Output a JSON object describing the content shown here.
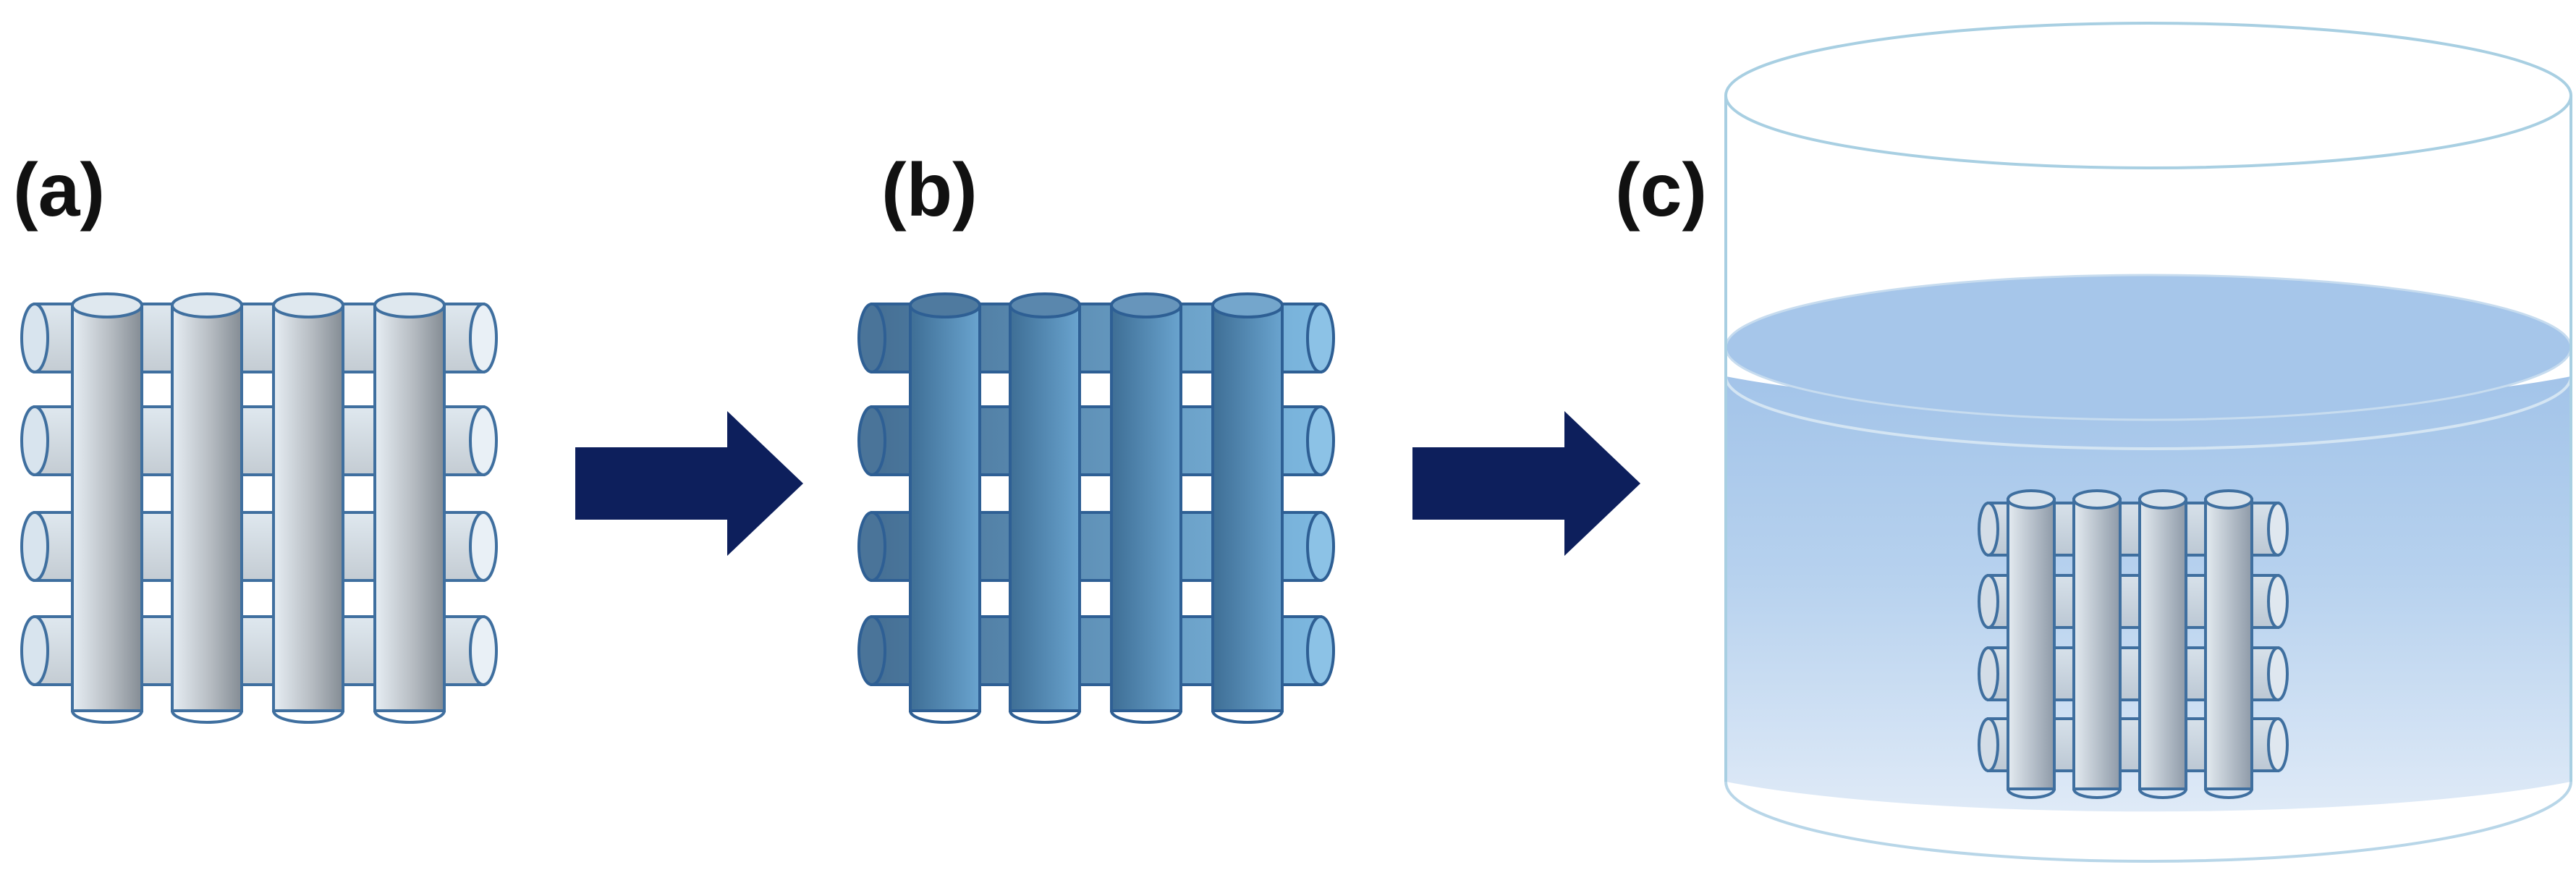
{
  "panels": [
    {
      "id": "a",
      "label": "(a)"
    },
    {
      "id": "b",
      "label": "(b)"
    },
    {
      "id": "c",
      "label": "(c)"
    }
  ],
  "colors": {
    "label_text": "#111111",
    "arrow": "#0d1f5c",
    "outline_gray": "#3f6f9f",
    "outline_blue": "#2e5f94",
    "rod_gray_light": "#e6eef4",
    "rod_gray_dark": "#8c949c",
    "rod_blue_dark": "#3d6f98",
    "rod_blue_light": "#7cb8df",
    "liquid": "#a9c8ea",
    "beaker_outline": "#a8cfe2"
  },
  "icons": [
    "right-arrow-icon",
    "right-arrow-icon"
  ]
}
